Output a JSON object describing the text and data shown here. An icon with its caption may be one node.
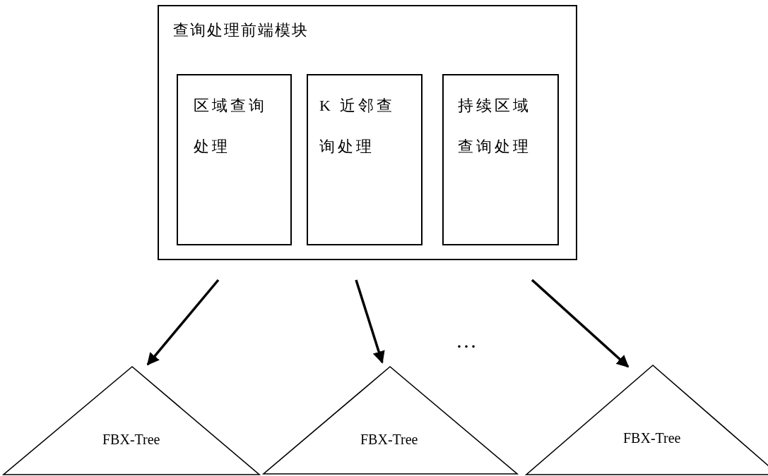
{
  "diagram": {
    "nodes": [
      {
        "text": [
          "查询处理前端模块"
        ]
      },
      {
        "text": [
          "区域查询处理"
        ],
        "in": 0
      },
      {
        "text": [
          "K 近邻查询处理"
        ],
        "in": 0
      },
      {
        "text": [
          "持续区域查询处理"
        ],
        "in": 0
      },
      {
        "text": [
          "FBX-Tree"
        ]
      },
      {
        "text": [
          "FBX-Tree"
        ]
      },
      {
        "text": [
          "FBX-Tree"
        ]
      }
    ],
    "edges": [
      {
        "from": null,
        "to": 4,
        "arrow": "to"
      },
      {
        "from": null,
        "to": 5,
        "arrow": "to"
      },
      {
        "from": null,
        "to": 6,
        "arrow": "to"
      }
    ],
    "labels": [
      "…"
    ]
  }
}
